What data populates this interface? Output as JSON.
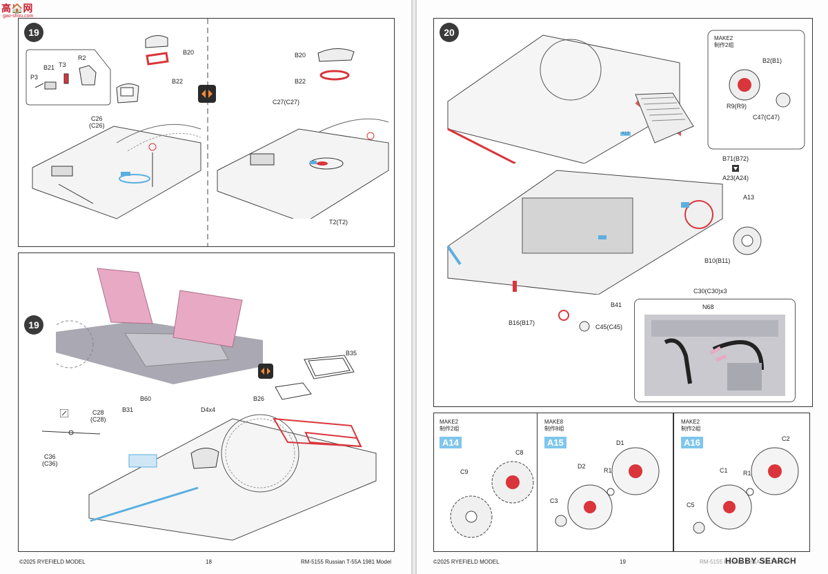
{
  "watermark": {
    "logo_text": "高🏠网",
    "url": "gao-shou.com",
    "site_name": "HOBBY SEARCH"
  },
  "left_page": {
    "step19a": {
      "number": "19",
      "labels": {
        "b20": "B20",
        "b22": "B22",
        "b21": "B21",
        "t3": "T3",
        "r2": "R2",
        "p3": "P3",
        "c26": "C26\n(C26)"
      }
    },
    "step19b": {
      "labels": {
        "b20": "B20",
        "b22": "B22",
        "c27": "C27(C27)",
        "t2": "T2(T2)"
      }
    },
    "step19c": {
      "number": "19",
      "labels": {
        "b35": "B35",
        "b26": "B26",
        "b60": "B60",
        "b31": "B31",
        "d4": "D4x4",
        "c28": "C28\n(C28)",
        "c36": "C36\n(C36)"
      }
    },
    "footer": {
      "copyright": "©2025 RYEFIELD MODEL",
      "page_number": "18",
      "model": "RM-5155 Russian T-55A 1981 Model"
    }
  },
  "right_page": {
    "step20": {
      "number": "20",
      "make_note": "MAKE2\n制作2组",
      "labels": {
        "b2": "B2(B1)",
        "r9": "R9(R9)",
        "c47": "C47(C47)",
        "b71": "B71(B72)",
        "a23": "A23(A24)",
        "a13": "A13",
        "b10": "B10(B11)",
        "c30": "C30(C30)x3",
        "b41": "B41",
        "b16": "B16(B17)",
        "c45": "C45(C45)",
        "n68": "N68",
        "a13_tag": "A13"
      }
    },
    "sub_a14": {
      "make_note": "MAKE2\n制作2组",
      "tag": "A14",
      "labels": {
        "c8": "C8",
        "c9": "C9"
      }
    },
    "sub_a15": {
      "make_note": "MAKE8\n制作8组",
      "tag": "A15",
      "labels": {
        "d1": "D1",
        "d2": "D2",
        "r1": "R1",
        "c3": "C3"
      }
    },
    "sub_a16": {
      "make_note": "MAKE2\n制作2组",
      "tag": "A16",
      "labels": {
        "c2": "C2",
        "c1": "C1",
        "r1": "R1",
        "c5": "C5"
      }
    },
    "footer": {
      "copyright": "©2025 RYEFIELD MODEL",
      "page_number": "19",
      "model": "RM-5155 Russian T-55A 1981 Model"
    }
  },
  "colors": {
    "highlight_red": "#d9353b",
    "highlight_blue": "#5aaee0",
    "photoetch_pink": "#e8a9c4",
    "tag_blue": "#7fc6ec"
  }
}
